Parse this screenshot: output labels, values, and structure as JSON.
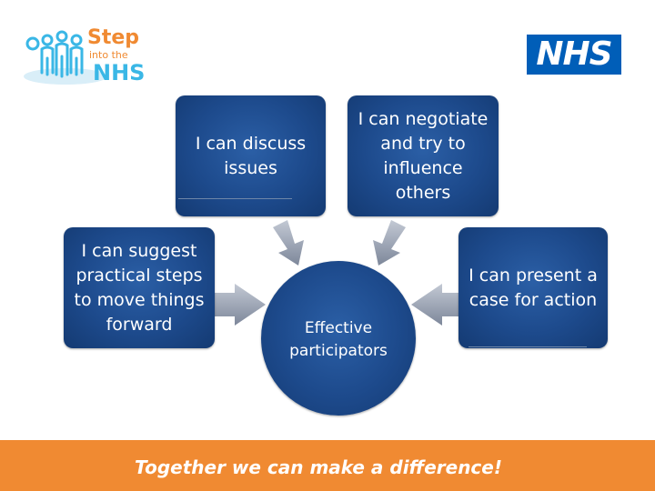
{
  "logos": {
    "step_line1": "Step",
    "step_line2": "into the",
    "step_line3": "NHS",
    "nhs": "NHS"
  },
  "diagram": {
    "center": [
      "Effective",
      "participators"
    ],
    "discuss": [
      "I can discuss",
      "issues"
    ],
    "negotiate": [
      "I can negotiate",
      "and try to",
      "influence",
      "others"
    ],
    "suggest": [
      "I can suggest",
      "practical steps",
      "to move things",
      "forward"
    ],
    "present": [
      "I can present a",
      "case for action"
    ]
  },
  "footer": {
    "tagline": "Together we can make a difference!"
  },
  "colors": {
    "node_blue": "#1d4a8c",
    "arrow_grey": "#8d96a8",
    "footer_orange": "#f08a32",
    "nhs_blue": "#005eb8",
    "step_cyan": "#3ab7e6",
    "step_orange": "#f08a32"
  }
}
